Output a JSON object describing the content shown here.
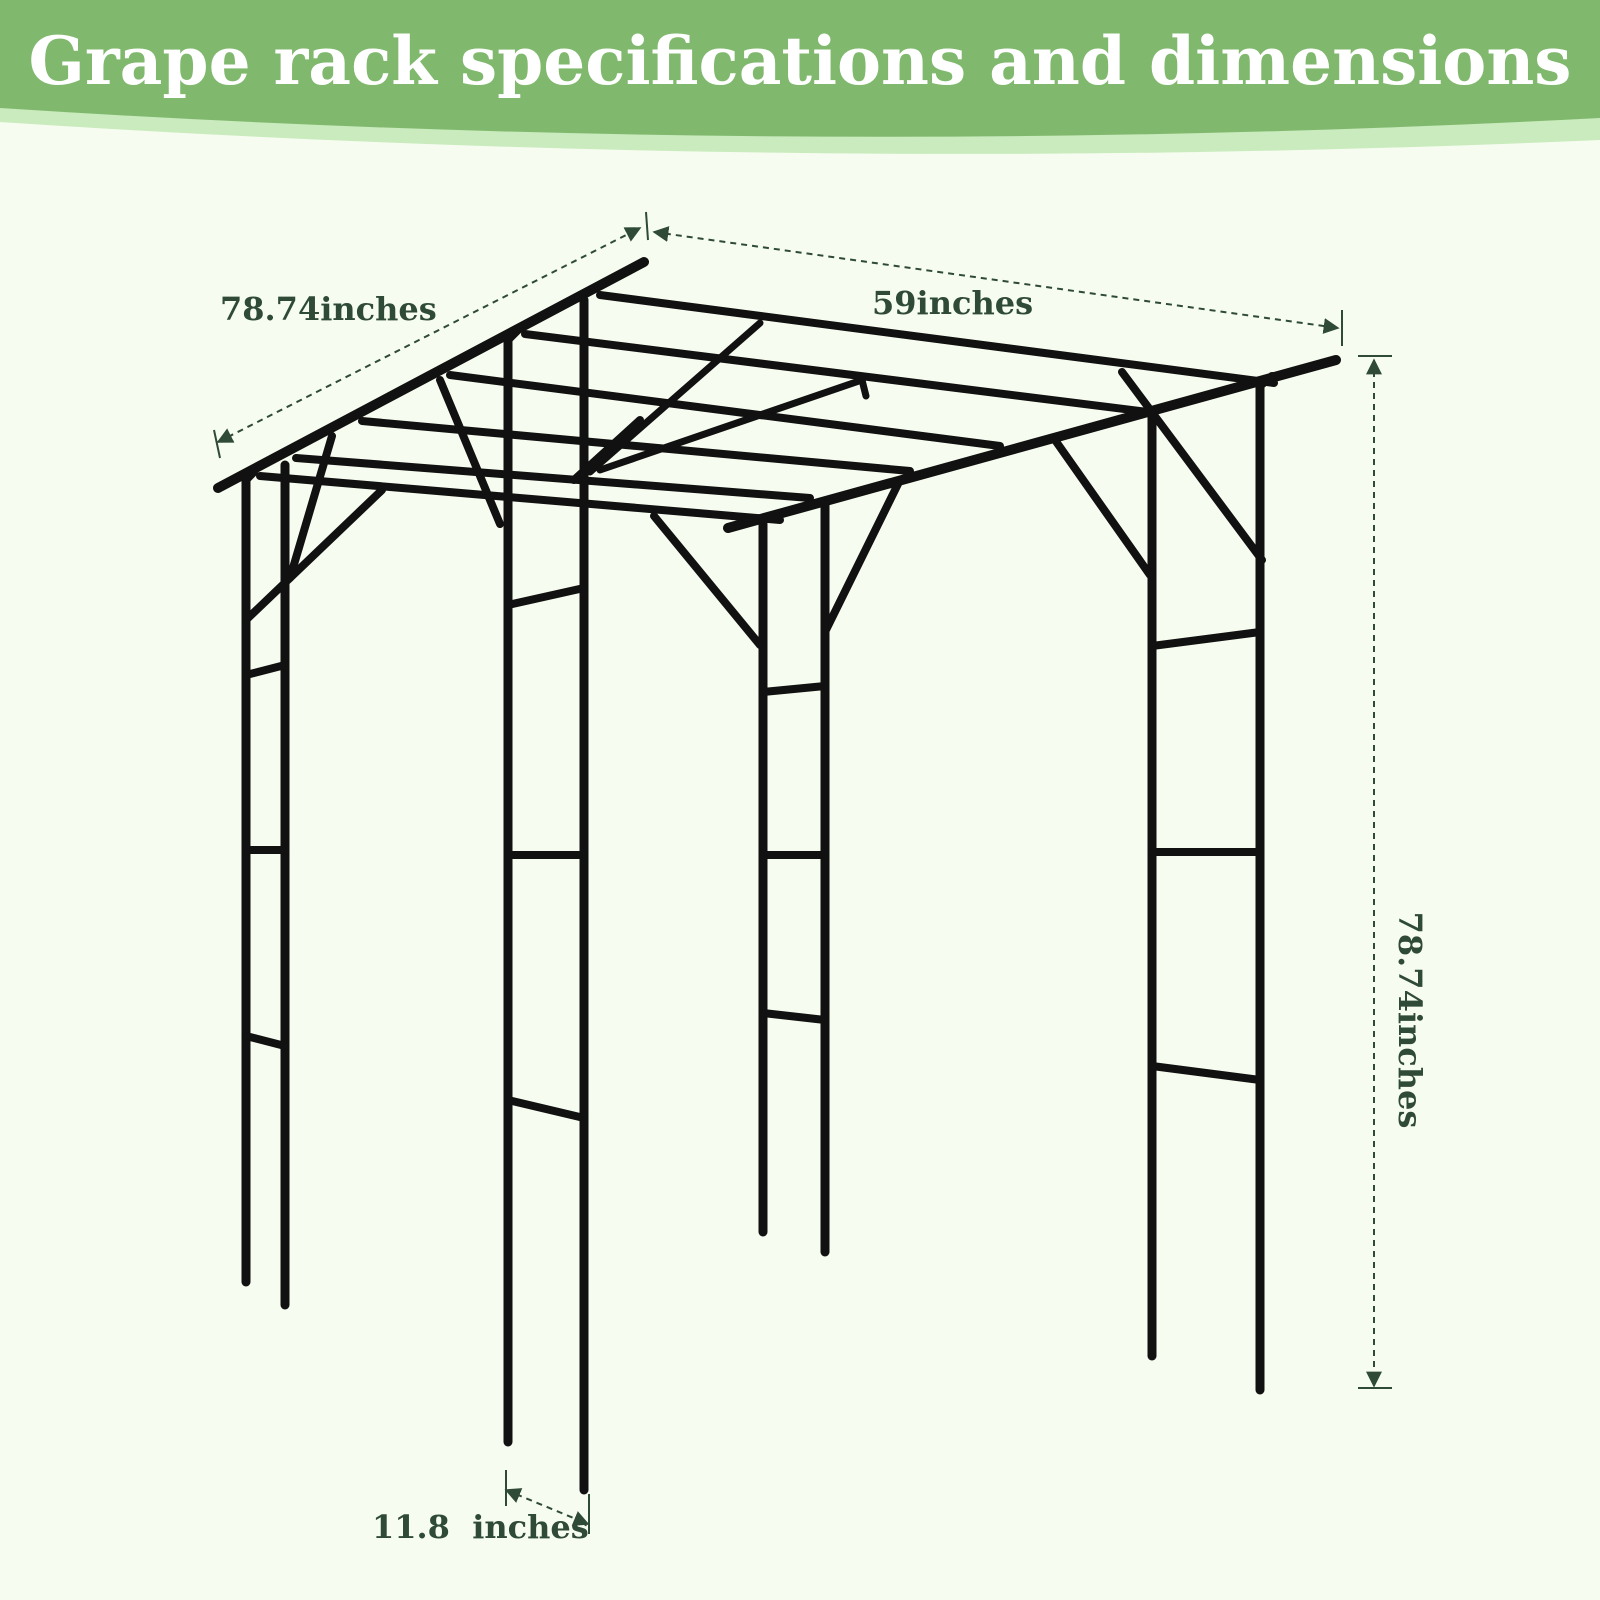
{
  "header": {
    "title": "Grape rack specifications and dimensions"
  },
  "dimensions": {
    "depth": "78.74inches",
    "width": "59inches",
    "height": "78.74inches",
    "post_gap": "11.8  inches"
  },
  "colors": {
    "background": "#f6fcef",
    "header_green": "#80b96e",
    "header_highlight": "#c9ebbd",
    "frame": "#111111",
    "dimension_line": "#2f4a36"
  }
}
